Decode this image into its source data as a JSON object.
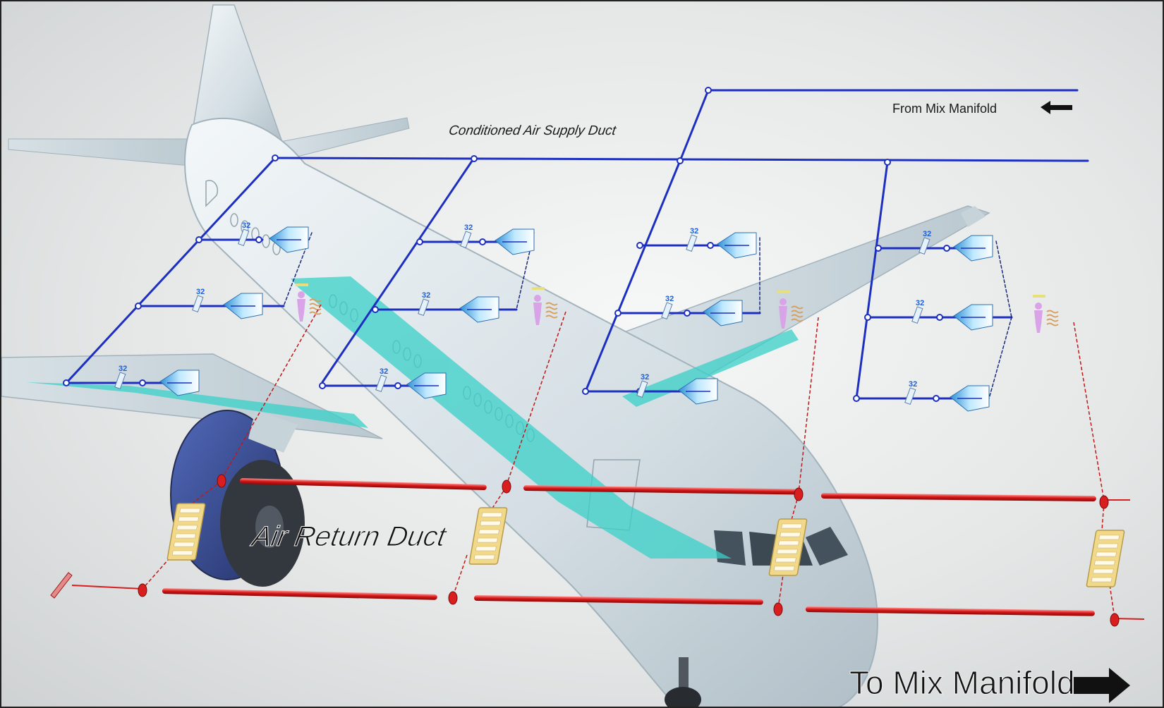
{
  "labels": {
    "supply_duct": "Conditioned Air Supply Duct",
    "from_manifold": "From Mix Manifold",
    "return_duct": "Air Return Duct",
    "to_manifold": "To Mix Manifold"
  },
  "component": {
    "valve_setting": "32"
  },
  "icons": {
    "from_arrow": "arrow-left-icon",
    "to_arrow": "arrow-right-icon",
    "diffuser": "diffuser-icon",
    "occupant": "person-icon",
    "heat_load": "heat-load-icon",
    "return_grille": "return-grille-icon",
    "valve": "valve-icon"
  },
  "colors": {
    "supply_duct": "#1d2fc0",
    "return_duct": "#d81e1e",
    "diffuser": "#3fa8e0",
    "occupant": "#d9a3e8",
    "grille": "#f2d98a",
    "floor_highlight": "#41d6d0",
    "aircraft": "#c9d7df"
  }
}
